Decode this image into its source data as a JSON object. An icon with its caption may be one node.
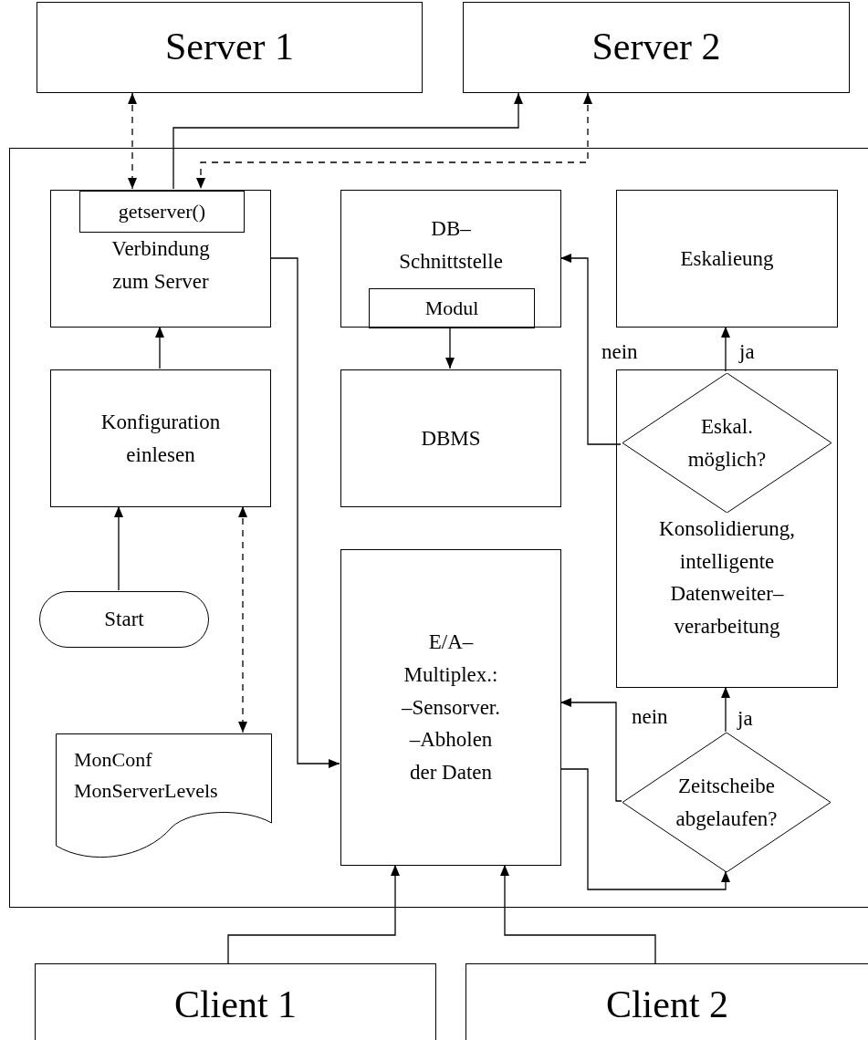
{
  "diagram": {
    "nodes": [
      {
        "text": [
          "Server 1"
        ]
      },
      {
        "text": [
          "Server 2"
        ]
      },
      {
        "text": [],
        "shape": "box"
      },
      {
        "text": [
          "Verbindung zum Server"
        ],
        "in": 2
      },
      {
        "text": [
          "getserver()"
        ],
        "in": 3
      },
      {
        "text": [
          "DB– Schnittstelle"
        ],
        "in": 2
      },
      {
        "text": [
          "Modul"
        ],
        "in": 5
      },
      {
        "text": [
          "Eskalieung"
        ],
        "in": 2
      },
      {
        "text": [
          "Konfiguration einlesen"
        ],
        "in": 2
      },
      {
        "text": [
          "DBMS"
        ],
        "in": 2
      },
      {
        "text": [
          "Konsolidierung, intelligente Datenweiter– verarbeitung"
        ],
        "in": 2
      },
      {
        "text": [
          "Eskal. möglich?"
        ],
        "in": 10
      },
      {
        "text": [
          "Start"
        ],
        "in": 2
      },
      {
        "text": [
          "E/A– Multiplex.: –Sensorver. –Abholen der Daten"
        ],
        "in": 2
      },
      {
        "text": [
          "MonConf MonServerLevels"
        ],
        "in": 2
      },
      {
        "text": [
          "Zeitscheibe abgelaufen?"
        ],
        "in": 2
      },
      {
        "text": [
          "Client 1"
        ]
      },
      {
        "text": [
          "Client 2"
        ]
      }
    ],
    "edges": [
      {
        "from": 0,
        "to": 4,
        "arrow": "both",
        "style": "dashed"
      },
      {
        "from": 4,
        "to": 1,
        "arrow": "to"
      },
      {
        "from": 1,
        "to": 4,
        "arrow": "both",
        "style": "dashed"
      },
      {
        "from": 3,
        "to": 13,
        "arrow": "to"
      },
      {
        "from": 8,
        "to": 3,
        "arrow": "to"
      },
      {
        "from": 12,
        "to": 8,
        "arrow": "to"
      },
      {
        "from": 8,
        "to": 14,
        "arrow": "both",
        "style": "dashed"
      },
      {
        "from": 6,
        "to": 9,
        "arrow": "to"
      },
      {
        "from": 11,
        "to": 5,
        "arrow": "to",
        "label": "nein"
      },
      {
        "from": 11,
        "to": 7,
        "arrow": "to",
        "label": "ja"
      },
      {
        "from": 13,
        "to": 15,
        "arrow": "to"
      },
      {
        "from": 15,
        "to": 13,
        "arrow": "to",
        "label": "nein"
      },
      {
        "from": 15,
        "to": 10,
        "arrow": "to",
        "label": "ja"
      },
      {
        "from": 16,
        "to": 13,
        "arrow": "to"
      },
      {
        "from": 17,
        "to": 13,
        "arrow": "to"
      }
    ]
  }
}
